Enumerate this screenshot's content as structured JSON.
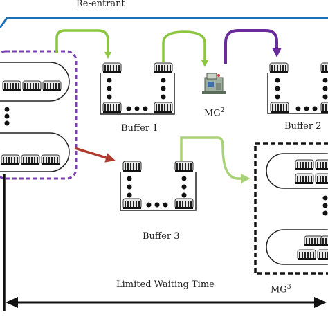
{
  "diagram": {
    "reentrant_label": "Re-entrant",
    "buffer1_label": "Buffer 1",
    "buffer2_label": "Buffer 2",
    "buffer3_label": "Buffer 3",
    "mg2_label": "MG",
    "mg2_sup": "2",
    "mg3_label": "MG",
    "mg3_sup": "3",
    "waiting_time_label": "Limited Waiting Time"
  },
  "colors": {
    "reentrant_loop": "#1f6fb5",
    "green_arrow": "#8cc63f",
    "light_green_arrow": "#a8d178",
    "purple_arrow": "#6a2c9a",
    "red_arrow": "#b03a2e",
    "purple_dashed_box": "#7a3fb0",
    "black": "#111111"
  }
}
